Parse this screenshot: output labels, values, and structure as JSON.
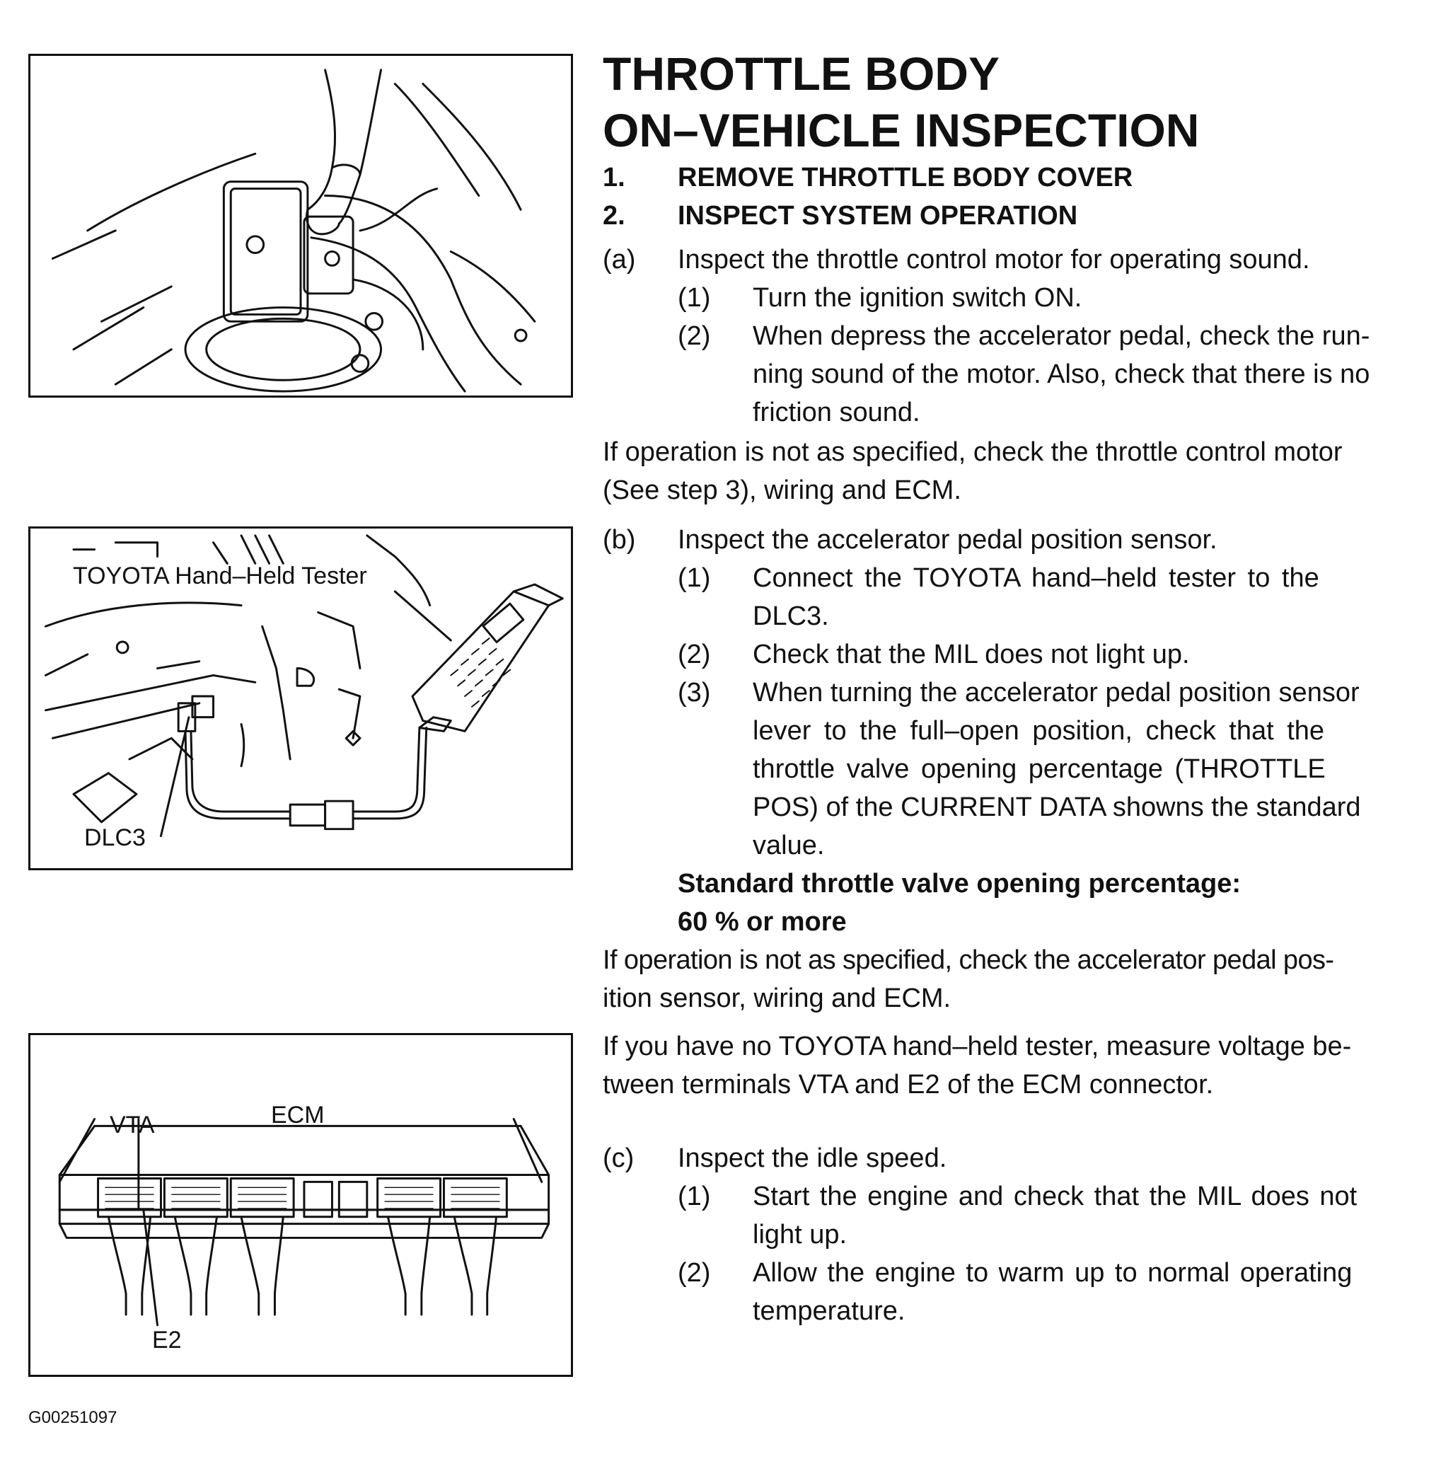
{
  "title": "THROTTLE BODY",
  "subtitle": "ON–VEHICLE INSPECTION",
  "steps": [
    {
      "num": "1.",
      "text": "REMOVE THROTTLE BODY COVER"
    },
    {
      "num": "2.",
      "text": "INSPECT SYSTEM OPERATION"
    }
  ],
  "a": {
    "label": "(a)",
    "text": "Inspect the throttle control motor for operating sound.",
    "items": [
      {
        "num": "(1)",
        "lines": [
          "Turn the ignition switch ON."
        ]
      },
      {
        "num": "(2)",
        "lines": [
          "When depress the accelerator pedal, check the run-",
          "ning sound of the motor. Also, check that there is no",
          "friction sound."
        ]
      }
    ],
    "note": [
      "If operation is not as specified, check the throttle control motor",
      "(See step 3), wiring and ECM."
    ]
  },
  "b": {
    "label": "(b)",
    "text": "Inspect the accelerator pedal position sensor.",
    "items": [
      {
        "num": "(1)",
        "lines": [
          "Connect the TOYOTA hand–held tester to the",
          "DLC3."
        ]
      },
      {
        "num": "(2)",
        "lines": [
          "Check that the MIL does not light up."
        ]
      },
      {
        "num": "(3)",
        "lines": [
          "When turning the accelerator pedal position sensor",
          "lever to the full–open position, check that the",
          "throttle valve opening percentage (THROTTLE",
          "POS) of the CURRENT DATA showns the standard",
          "value."
        ]
      }
    ],
    "standard": [
      "Standard throttle valve opening percentage:",
      "60 % or more"
    ],
    "note": [
      "If operation is not as specified, check the accelerator pedal pos-",
      "ition sensor, wiring and ECM."
    ],
    "note2": [
      "If you have no TOYOTA hand–held tester, measure voltage be-",
      "tween terminals VTA and E2 of the ECM connector."
    ]
  },
  "c": {
    "label": "(c)",
    "text": "Inspect the idle speed.",
    "items": [
      {
        "num": "(1)",
        "lines": [
          "Start the engine and check that the MIL does not",
          "light up."
        ]
      },
      {
        "num": "(2)",
        "lines": [
          "Allow the engine to warm up to normal operating",
          "temperature."
        ]
      }
    ]
  },
  "figures": {
    "fig2": {
      "tester_label": "TOYOTA Hand–Held Tester",
      "dlc_label": "DLC3"
    },
    "fig3": {
      "vta_label": "VTA",
      "ecm_label": "ECM",
      "e2_label": "E2"
    }
  },
  "footer_code": "G00251097"
}
